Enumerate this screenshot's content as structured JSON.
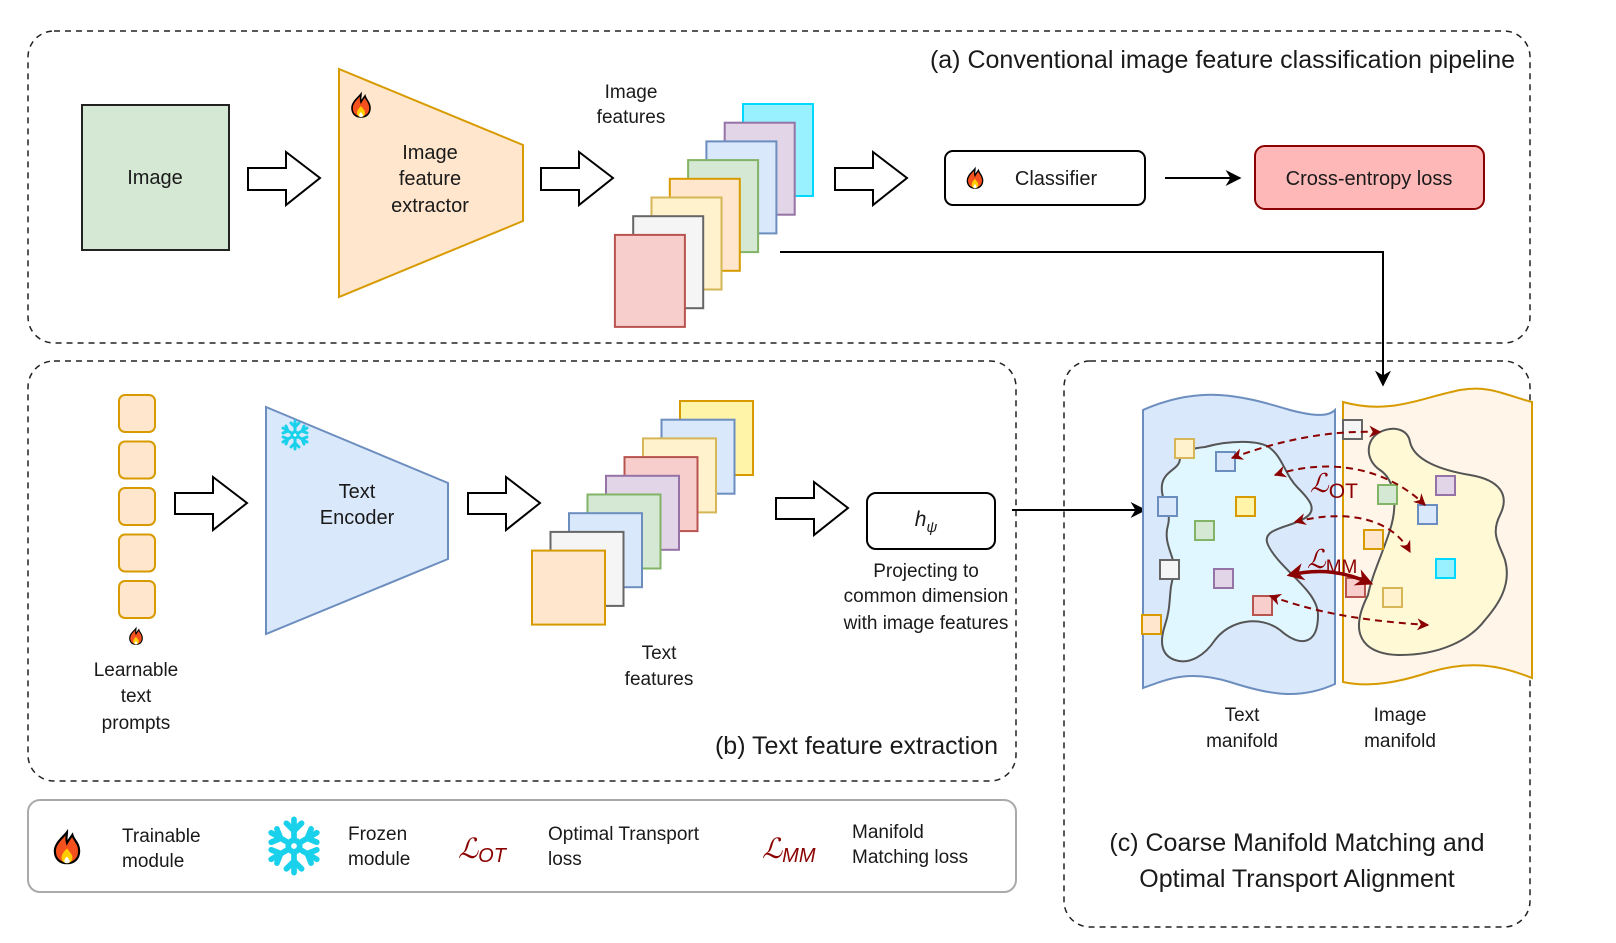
{
  "panels": {
    "a": {
      "title": "(a) Conventional image feature classification pipeline"
    },
    "b": {
      "title": "(b) Text feature extraction"
    },
    "c": {
      "title_line1": "(c) Coarse Manifold Matching and",
      "title_line2": "Optimal Transport Alignment"
    }
  },
  "pipeline_a": {
    "image_box": "Image",
    "extractor": [
      "Image",
      "feature",
      "extractor"
    ],
    "image_features_label": [
      "Image",
      "features"
    ],
    "classifier": "Classifier",
    "loss": "Cross-entropy loss"
  },
  "pipeline_b": {
    "prompts_label": [
      "Learnable",
      "text",
      "prompts"
    ],
    "encoder": [
      "Text",
      "Encoder"
    ],
    "text_features_label": [
      "Text",
      "features"
    ],
    "projection_symbol": "h",
    "projection_subscript": "ψ",
    "projection_caption": [
      "Projecting to",
      "common dimension",
      "with image features"
    ]
  },
  "manifolds": {
    "text_label": [
      "Text",
      "manifold"
    ],
    "image_label": [
      "Image",
      "manifold"
    ],
    "ot_symbol": "ℒ",
    "ot_subscript": "OT",
    "mm_symbol": "ℒ",
    "mm_subscript": "MM"
  },
  "legend": {
    "items": [
      {
        "icon": "fire-icon",
        "label": [
          "Trainable",
          "module"
        ]
      },
      {
        "icon": "snowflake-icon",
        "label": [
          "Frozen",
          "module"
        ]
      },
      {
        "icon": "ot-loss-symbol",
        "symbol": "ℒ",
        "subscript": "OT",
        "label": [
          "Optimal Transport",
          "loss"
        ]
      },
      {
        "icon": "mm-loss-symbol",
        "symbol": "ℒ",
        "subscript": "MM",
        "label": [
          "Manifold",
          "Matching loss"
        ]
      }
    ]
  },
  "colors": {
    "image_box": "#d5e8d4",
    "extractor_fill": "#ffe6cc",
    "extractor_stroke": "#d79b00",
    "encoder_fill": "#dae8fc",
    "encoder_stroke": "#6c8ebf",
    "loss_fill": "#ffb8b8",
    "loss_stroke": "#8b0000",
    "accent_red": "#8b0000",
    "cyan": "#00d8ff"
  }
}
